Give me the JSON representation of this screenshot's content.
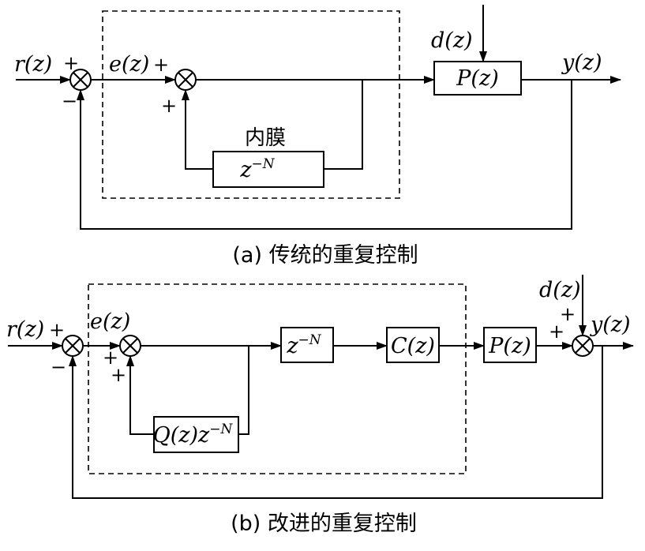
{
  "diagram_a": {
    "signals": {
      "r": "r(z)",
      "e": "e(z)",
      "d": "d(z)",
      "y": "y(z)"
    },
    "blocks": {
      "plant": "P(z)",
      "delay_base": "z",
      "delay_exp": "−N"
    },
    "internal_model_label": "内膜",
    "signs": {
      "s1_in": "+",
      "s1_fb": "−",
      "s2_in": "+",
      "s2_fb": "+"
    },
    "caption": "(a)  传统的重复控制"
  },
  "diagram_b": {
    "signals": {
      "r": "r(z)",
      "e": "e(z)",
      "d": "d(z)",
      "y": "y(z)"
    },
    "blocks": {
      "delay_base": "z",
      "delay_exp": "−N",
      "compensator": "C(z)",
      "plant": "P(z)",
      "q_base": "Q(z)z",
      "q_exp": "−N"
    },
    "signs": {
      "s1_in": "+",
      "s1_fb": "−",
      "s2_in": "+",
      "s2_fb": "+",
      "s3_in": "+",
      "s3_d": "+"
    },
    "caption": "(b)  改进的重复控制"
  }
}
